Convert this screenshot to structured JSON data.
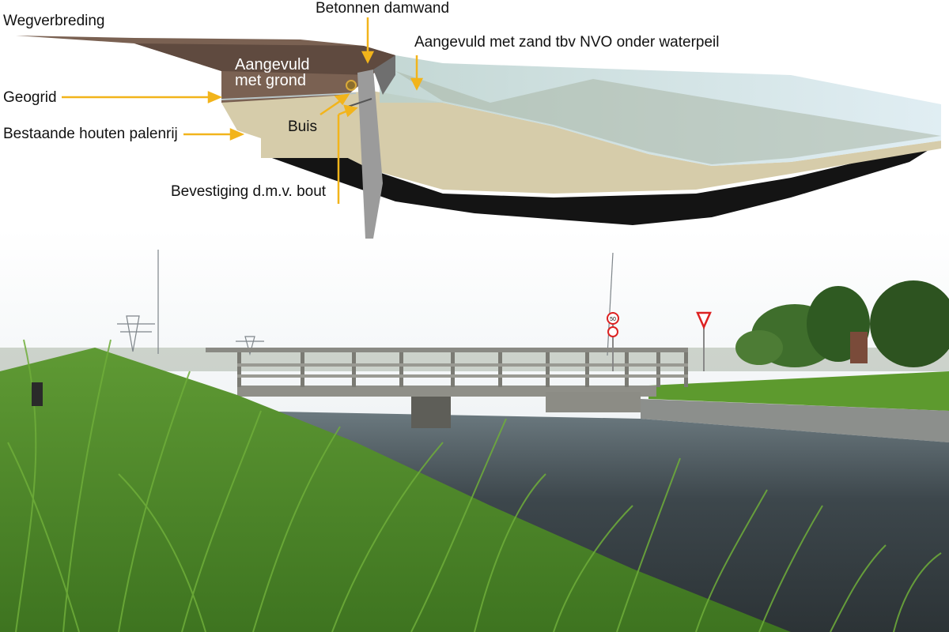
{
  "annotations": {
    "wegverbreding": "Wegverbreding",
    "betonnen_damwand": "Betonnen damwand",
    "aangevuld_zand": "Aangevuld met zand tbv NVO onder waterpeil",
    "geogrid": "Geogrid",
    "aangevuld_grond_line1": "Aangevuld",
    "aangevuld_grond_line2": "met grond",
    "bestaande_palenrij": "Bestaande houten palenrij",
    "buis": "Buis",
    "bevestiging": "Bevestiging d.m.v. bout"
  },
  "road_signs": {
    "speed_limit": "50"
  },
  "colors": {
    "arrow": "#f2b41b",
    "soil_brown": "#7a6152",
    "sand": "#d6ccaa",
    "water_slab": "#c7dde3",
    "dark_base": "#141414",
    "sheet_pile": "#9b9b9b",
    "grass": "#4f8a2a",
    "water": "#3c4448",
    "sky": "#e6ecef"
  }
}
